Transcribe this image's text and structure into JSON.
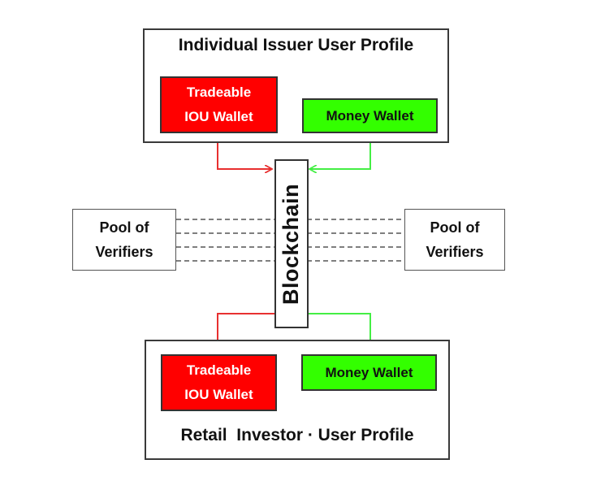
{
  "issuer_profile": {
    "title": "Individual Issuer User Profile"
  },
  "investor_profile": {
    "title": "Retail  Investor · User Profile"
  },
  "tradeable_wallet": {
    "line1": "Tradeable",
    "line2": "IOU Wallet"
  },
  "money_wallet": {
    "label": "Money Wallet"
  },
  "blockchain": {
    "label": "Blockchain"
  },
  "verifiers": {
    "line1": "Pool of",
    "line2": "Verifiers"
  },
  "colors": {
    "red": "#ff0000",
    "green": "#33ff00",
    "arrow_red": "#e83030",
    "arrow_green": "#44ee44"
  }
}
